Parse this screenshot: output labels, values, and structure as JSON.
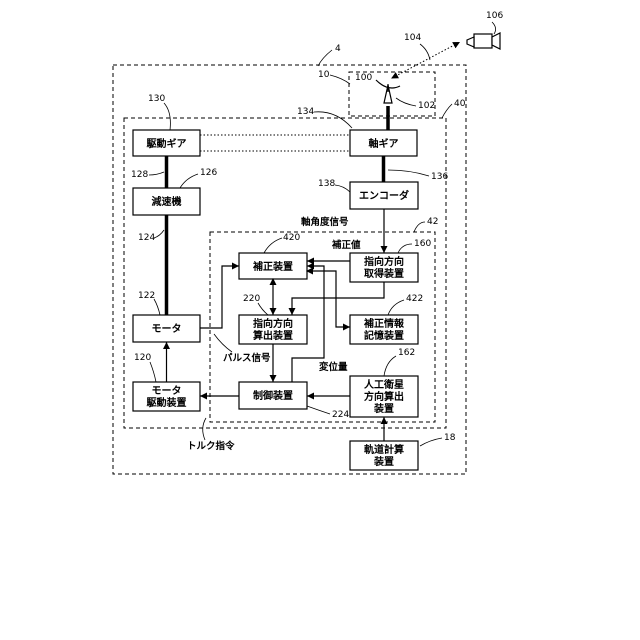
{
  "blocks": {
    "drive_gear": "駆動ギア",
    "shaft_gear": "軸ギア",
    "reducer": "減速機",
    "encoder": "エンコーダ",
    "correction_device": "補正装置",
    "pointing_acq": [
      "指向方向",
      "取得装置"
    ],
    "pointing_calc": [
      "指向方向",
      "算出装置"
    ],
    "correction_storage": [
      "補正情報",
      "記憶装置"
    ],
    "motor": "モータ",
    "motor_drive": [
      "モータ",
      "駆動装置"
    ],
    "control_device": "制御装置",
    "satellite_calc": [
      "人工衛星",
      "方向算出",
      "装置"
    ],
    "orbit_calc": [
      "軌道計算",
      "装置"
    ]
  },
  "signals": {
    "shaft_angle": "軸角度信号",
    "correction_value": "補正値",
    "pulse": "パルス信号",
    "displacement": "変位量",
    "torque": "トルク指令"
  },
  "refs": {
    "r4": "4",
    "r10": "10",
    "r18": "18",
    "r40": "40",
    "r42": "42",
    "r100": "100",
    "r102": "102",
    "r104": "104",
    "r106": "106",
    "r120": "120",
    "r122": "122",
    "r124": "124",
    "r126": "126",
    "r128": "128",
    "r130": "130",
    "r134": "134",
    "r136": "136",
    "r138": "138",
    "r160": "160",
    "r162": "162",
    "r220": "220",
    "r224": "224",
    "r420": "420",
    "r422": "422"
  }
}
